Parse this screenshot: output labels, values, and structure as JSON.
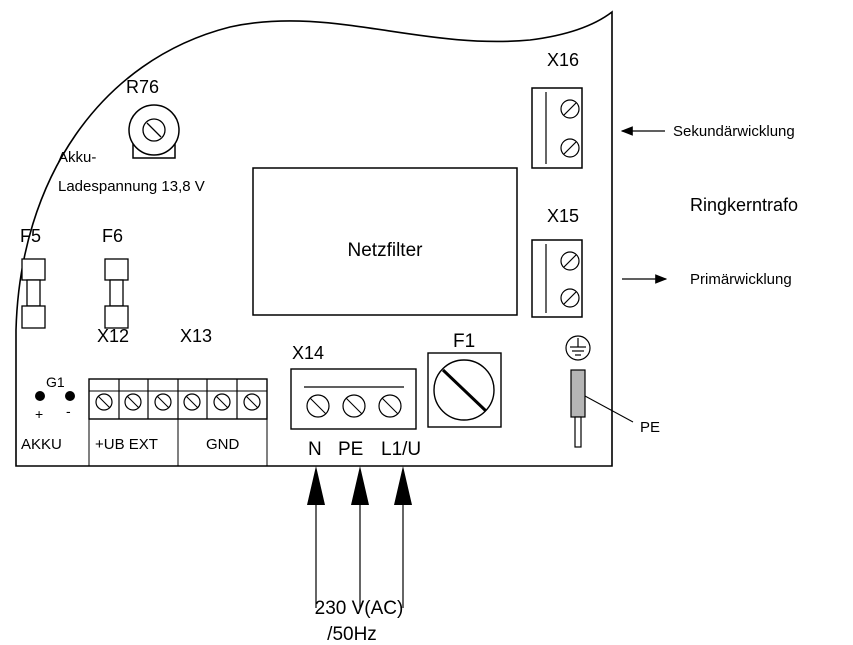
{
  "board": {
    "r76_label": "R76",
    "akku_line1": "Akku-",
    "akku_line2": "Ladespannung 13,8 V",
    "f5_label": "F5",
    "f6_label": "F6",
    "x12_label": "X12",
    "x13_label": "X13",
    "x14_label": "X14",
    "f1_label": "F1",
    "x15_label": "X15",
    "x16_label": "X16",
    "netzfilter_label": "Netzfilter",
    "g1_label": "G1",
    "g1_plus": "+",
    "g1_minus": "-",
    "akku_bottom": "AKKU",
    "ub_ext": "+UB EXT",
    "gnd": "GND",
    "n_label": "N",
    "pe_terminal_label": "PE",
    "l1_label": "L1/U"
  },
  "external": {
    "sekundaer": "Sekundärwicklung",
    "primaer": "Primärwicklung",
    "ringkern": "Ringkerntrafo",
    "pe_label": "PE",
    "supply_line1": "230 V(AC)",
    "supply_line2": "/50Hz"
  }
}
